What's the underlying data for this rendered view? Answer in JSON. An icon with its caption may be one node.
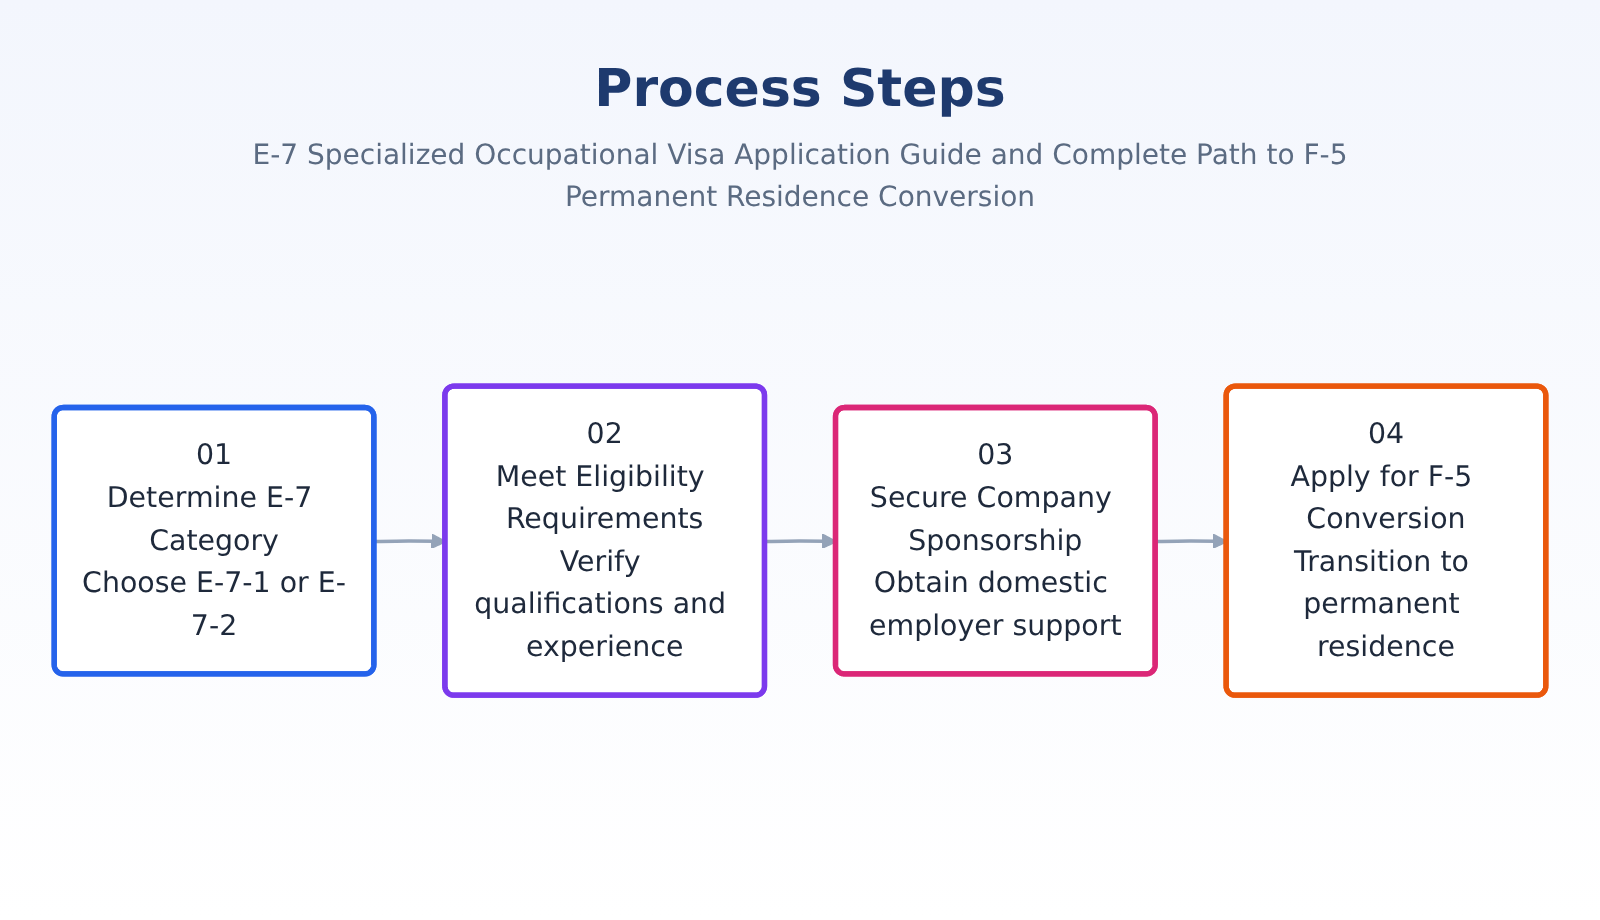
{
  "diagram": {
    "title": "Process Steps",
    "nodes": [
      {
        "text": [
          "01",
          "Determine E-7 Category",
          "Choose E-7-1 or E-7-2"
        ]
      },
      {
        "text": [
          "02",
          "Meet Eligibility Requirements",
          "Verify qualifications and experience"
        ]
      },
      {
        "text": [
          "03",
          "Secure Company Sponsorship",
          "Obtain domestic employer support"
        ]
      },
      {
        "text": [
          "04",
          "Apply for F-5 Conversion",
          "Transition to permanent residence"
        ]
      }
    ],
    "edges": [
      {
        "from": 0,
        "to": 1,
        "arrow": "to"
      },
      {
        "from": 1,
        "to": 2,
        "arrow": "to"
      },
      {
        "from": 2,
        "to": 3,
        "arrow": "to"
      }
    ],
    "labels": [
      "E-7 Specialized Occupational Visa Application Guide and Complete Path to F-5 Permanent Residence Conversion"
    ]
  }
}
